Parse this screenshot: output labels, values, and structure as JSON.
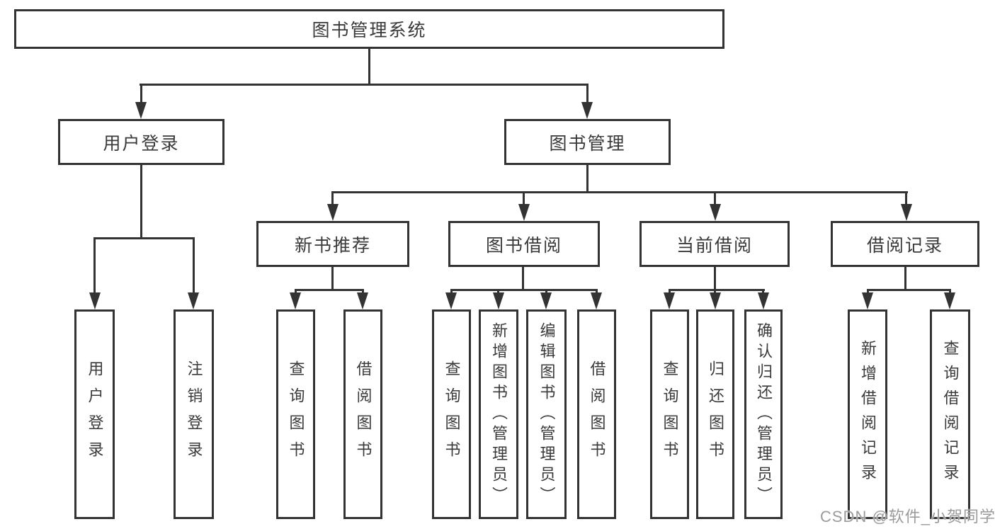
{
  "tree": {
    "label": "图书管理系统",
    "children": [
      {
        "label": "用户登录",
        "children": [
          {
            "label": "用户登录"
          },
          {
            "label": "注销登录"
          }
        ]
      },
      {
        "label": "图书管理",
        "children": [
          {
            "label": "新书推荐",
            "children": [
              {
                "label": "查询图书"
              },
              {
                "label": "借阅图书"
              }
            ]
          },
          {
            "label": "图书借阅",
            "children": [
              {
                "label": "查询图书"
              },
              {
                "label": "新增图书（管理员）"
              },
              {
                "label": "编辑图书（管理员）"
              },
              {
                "label": "借阅图书"
              }
            ]
          },
          {
            "label": "当前借阅",
            "children": [
              {
                "label": "查询图书"
              },
              {
                "label": "归还图书"
              },
              {
                "label": "确认归还（管理员）"
              }
            ]
          },
          {
            "label": "借阅记录",
            "children": [
              {
                "label": "新增借阅记录"
              },
              {
                "label": "查询借阅记录"
              }
            ]
          }
        ]
      }
    ]
  },
  "watermark": {
    "text": "CSDN @软件_小贺同学"
  },
  "colors": {
    "line": "#333333",
    "border": "#333333",
    "text": "#3a3a3a",
    "watermark": "#9b9b9b",
    "background": "#ffffff"
  }
}
